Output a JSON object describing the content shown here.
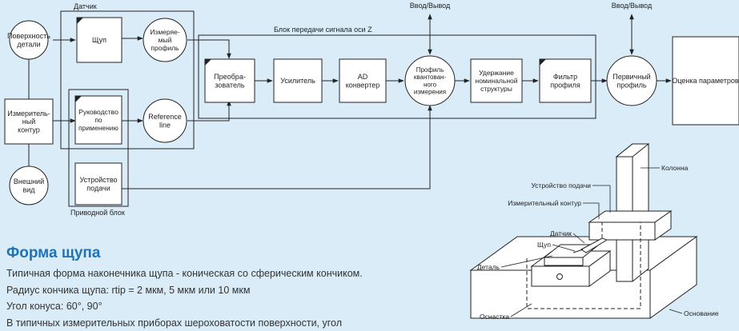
{
  "colors": {
    "background": "#d9ecf8",
    "heading": "#1e73b8",
    "line": "#222222",
    "fill": "#ffffff"
  },
  "diagram": {
    "group_sensor": "Датчик",
    "group_drive": "Приводной блок",
    "group_transfer": "Блок передачи сигнала оси Z",
    "io_1": "Ввод/Вывод",
    "io_2": "Ввод/Вывод",
    "surface": [
      "Поверхность",
      "детали"
    ],
    "measuring_contour": [
      "Измеритель-",
      "ный",
      "контур"
    ],
    "external_view": [
      "Внешний",
      "вид"
    ],
    "stylus": [
      "Щуп"
    ],
    "measured_profile": [
      "Измеряе-",
      "мый",
      "профиль"
    ],
    "guide": [
      "Руководство",
      "по",
      "применению"
    ],
    "reference_line": [
      "Reference",
      "line"
    ],
    "feed_device": [
      "Устройство",
      "подачи"
    ],
    "converter": [
      "Преобра-",
      "зователь"
    ],
    "amplifier": [
      "Усилитель"
    ],
    "ad_converter": [
      "AD",
      "конвертер"
    ],
    "quantized_profile": [
      "Профиль",
      "квантован-",
      "ного",
      "измерения"
    ],
    "nominal_hold": [
      "Удержание",
      "номинальной",
      "структуры"
    ],
    "profile_filter": [
      "Фильтр",
      "профиля"
    ],
    "primary_profile": [
      "Первичный",
      "профиль"
    ],
    "parameter_eval": [
      "Оценка параметров"
    ]
  },
  "machine": {
    "column": "Колонна",
    "feed_device": "Устройство подачи",
    "measuring_contour": "Измерительный контур",
    "sensor": "Датчик",
    "stylus": "Щуп",
    "part": "Деталь",
    "fixture": "Оснастка",
    "base": "Основание"
  },
  "section": {
    "title": "Форма щупа",
    "line1": "Типичная форма наконечника щупа - коническая со сферическим кончиком.",
    "line2": "Радиус кончика щупа: rtip = 2 мкм, 5 мкм или 10 мкм",
    "line3": "Угол конуса: 60°, 90°",
    "line4": "В типичных измерительных приборах шероховатости поверхности, угол"
  }
}
